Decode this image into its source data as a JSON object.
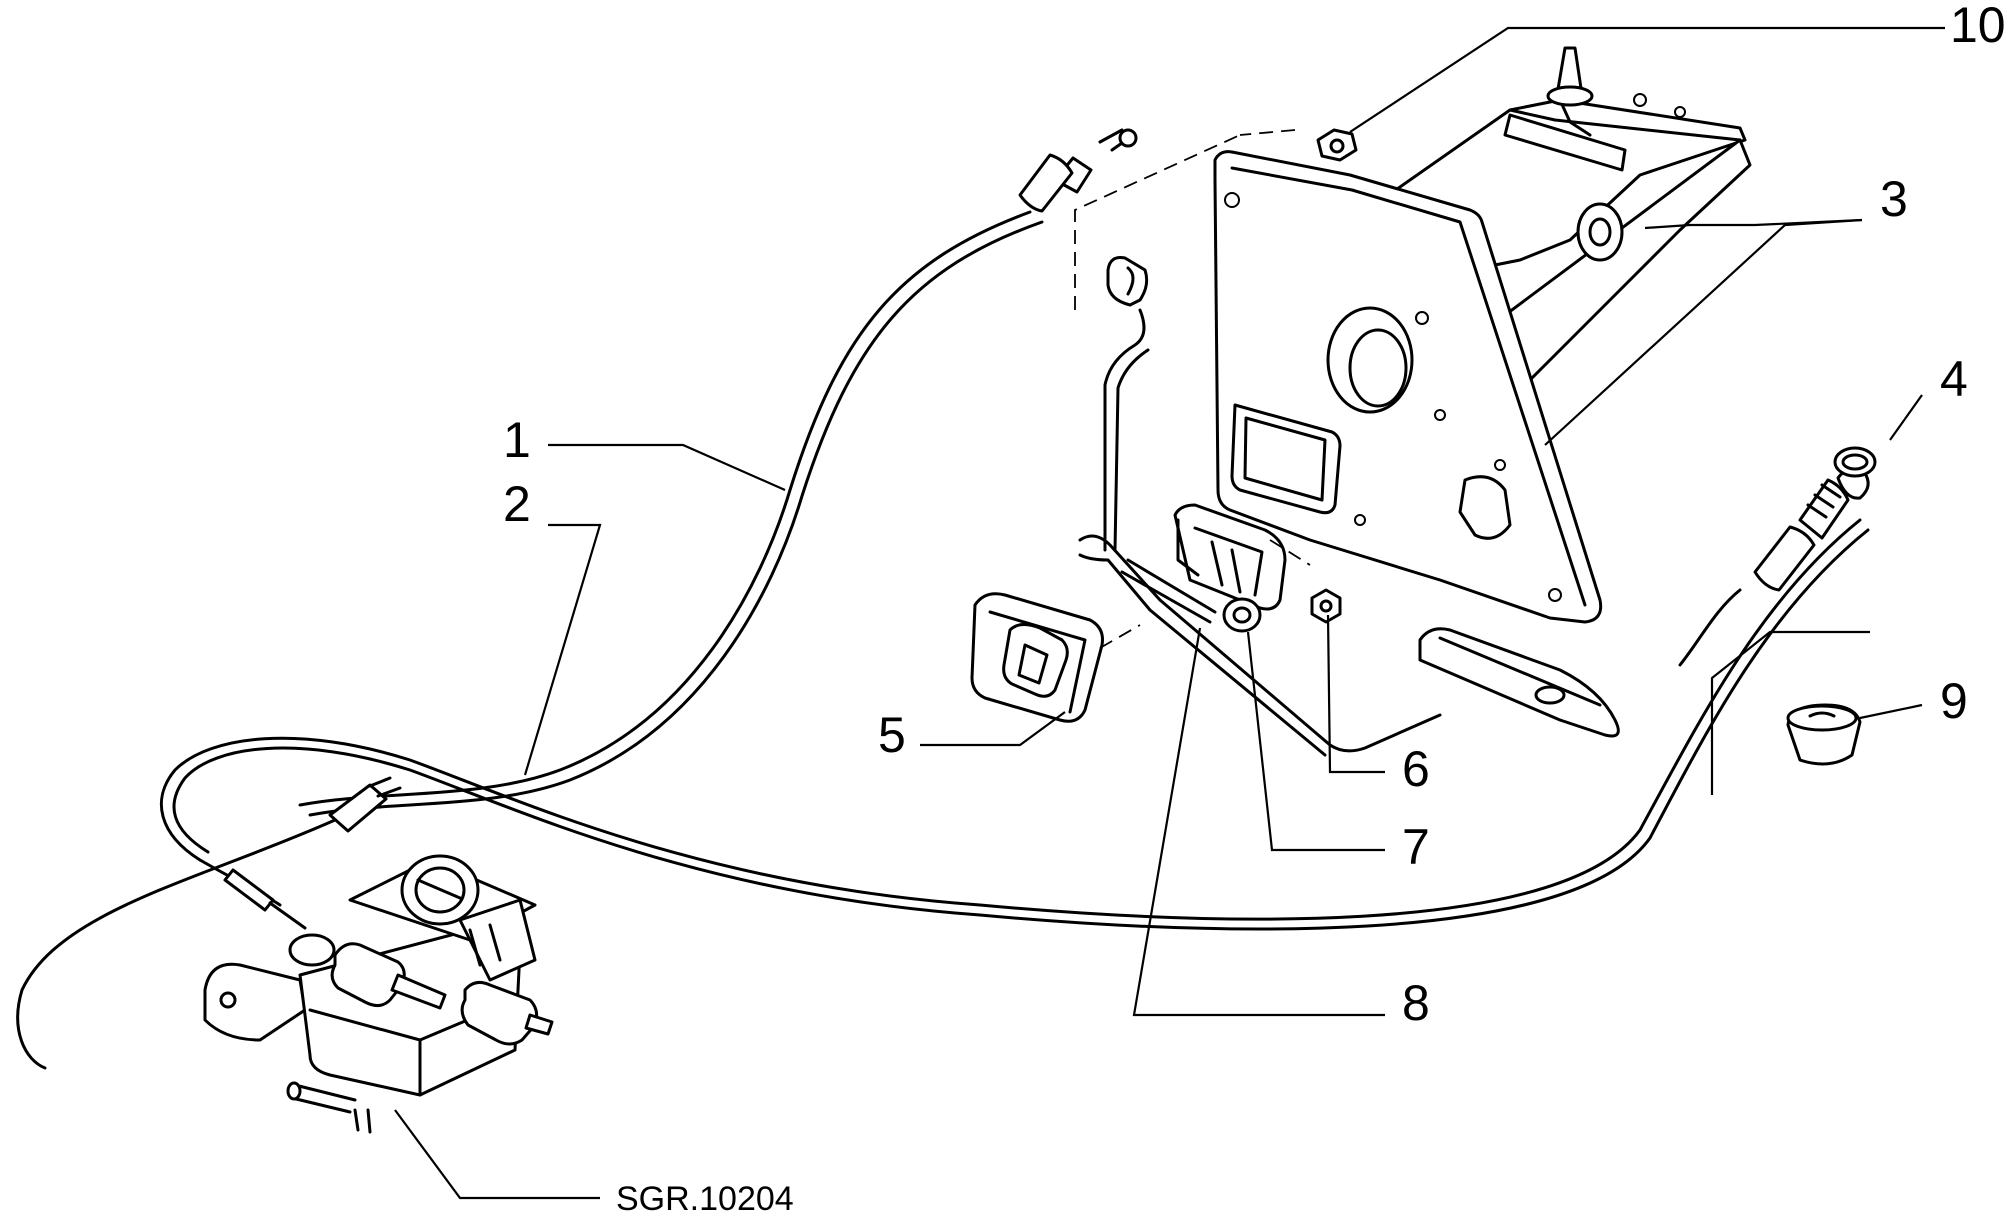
{
  "callouts": [
    {
      "id": "1",
      "label": "1"
    },
    {
      "id": "2",
      "label": "2"
    },
    {
      "id": "3",
      "label": "3"
    },
    {
      "id": "4",
      "label": "4"
    },
    {
      "id": "5",
      "label": "5"
    },
    {
      "id": "6",
      "label": "6"
    },
    {
      "id": "7",
      "label": "7"
    },
    {
      "id": "8",
      "label": "8"
    },
    {
      "id": "9",
      "label": "9"
    },
    {
      "id": "10",
      "label": "10"
    }
  ],
  "reference_code": "SGR.10204"
}
